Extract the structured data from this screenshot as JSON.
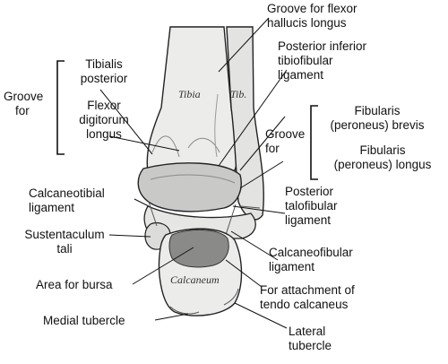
{
  "colors": {
    "bone": "#ececea",
    "bone_shade": "#b9b9b7",
    "cartilage": "#8a8a88",
    "outline": "#222222",
    "bracket": "#111111"
  },
  "bones": {
    "tibia": "Tibia",
    "fibula": "Tib.",
    "calcaneus": "Calcaneum"
  },
  "labels": {
    "groove_flexor_hallucis": [
      "Groove for flexor",
      "hallucis longus"
    ],
    "posterior_inferior_tibiofibular": [
      "Posterior inferior",
      "tibiofibular",
      "ligament"
    ],
    "groove_for_left": [
      "Groove",
      "for"
    ],
    "tibialis_posterior": [
      "Tibialis",
      "posterior"
    ],
    "flexor_digitorum_longus": [
      "Flexor",
      "digitorum",
      "longus"
    ],
    "groove_for_right": [
      "Groove",
      "for"
    ],
    "fibularis_brevis": [
      "Fibularis",
      "(peroneus) brevis"
    ],
    "fibularis_longus": [
      "Fibularis",
      "(peroneus) longus"
    ],
    "calcaneotibial": [
      "Calcaneotibial",
      "ligament"
    ],
    "posterior_talofibular": [
      "Posterior",
      "talofibular",
      "ligament"
    ],
    "sustentaculum_tali": [
      "Sustentaculum",
      "tali"
    ],
    "calcaneofibular": [
      "Calcaneofibular",
      "ligament"
    ],
    "area_for_bursa": [
      "Area for bursa"
    ],
    "tendo_calcaneus": [
      "For attachment of",
      "tendo calcaneus"
    ],
    "medial_tubercle": [
      "Medial tubercle"
    ],
    "lateral_tubercle": [
      "Lateral",
      "tubercle"
    ]
  }
}
